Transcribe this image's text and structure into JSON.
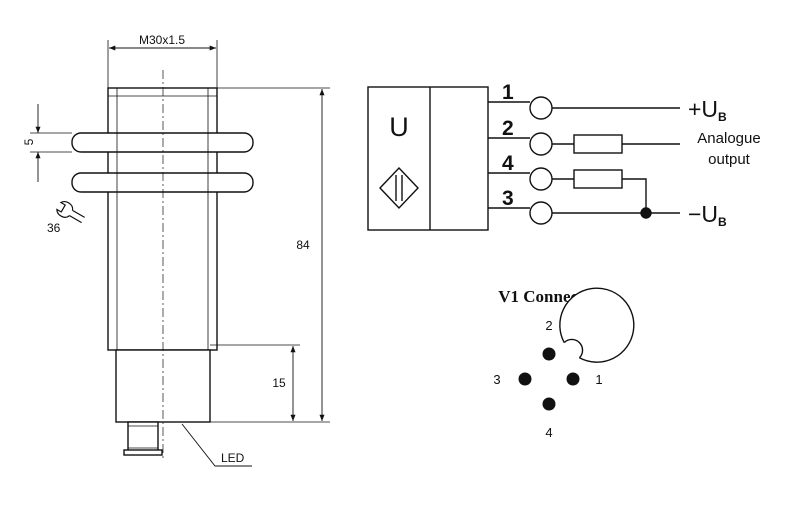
{
  "drawing": {
    "thread_label": "M30x1.5",
    "nut_height_label": "5",
    "wrench_size_label": "36",
    "total_length_label": "84",
    "cable_length_label": "15",
    "led_label": "LED"
  },
  "wiring": {
    "sensor_symbol_label": "U",
    "pins": [
      {
        "number": "1"
      },
      {
        "number": "2"
      },
      {
        "number": "4"
      },
      {
        "number": "3"
      }
    ],
    "plus_supply_sign": "+U",
    "plus_supply_sub": "B",
    "minus_supply_sign": "−U",
    "minus_supply_sub": "B",
    "analogue_line1": "Analogue",
    "analogue_line2": "output"
  },
  "connector": {
    "title": "V1 Connector",
    "pin_labels": [
      {
        "id": "top",
        "text": "2"
      },
      {
        "id": "left",
        "text": "3"
      },
      {
        "id": "right",
        "text": "1"
      },
      {
        "id": "bottom",
        "text": "4"
      }
    ]
  }
}
